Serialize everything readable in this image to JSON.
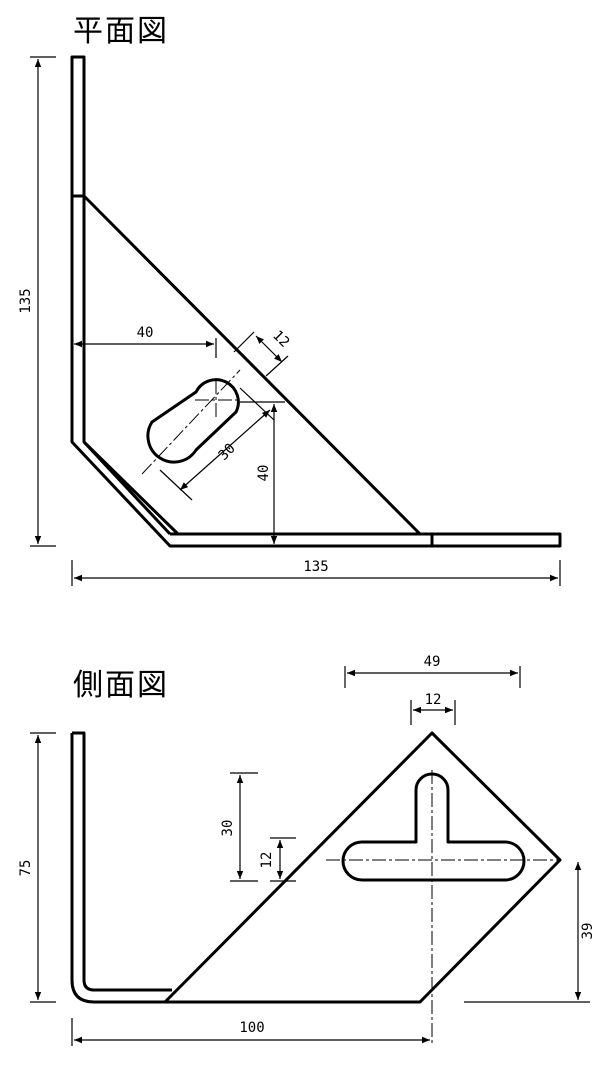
{
  "plan_view": {
    "title": "平面図",
    "dims": {
      "height": "135",
      "width": "135",
      "slot_offset": "40",
      "slot_width": "12",
      "slot_length": "30",
      "slot_height": "40"
    }
  },
  "side_view": {
    "title": "側面図",
    "dims": {
      "height": "75",
      "length": "100",
      "slot_span": "49",
      "slot_width": "12",
      "slot_depth": "30",
      "slot_small": "12",
      "slot_height": "39"
    }
  }
}
